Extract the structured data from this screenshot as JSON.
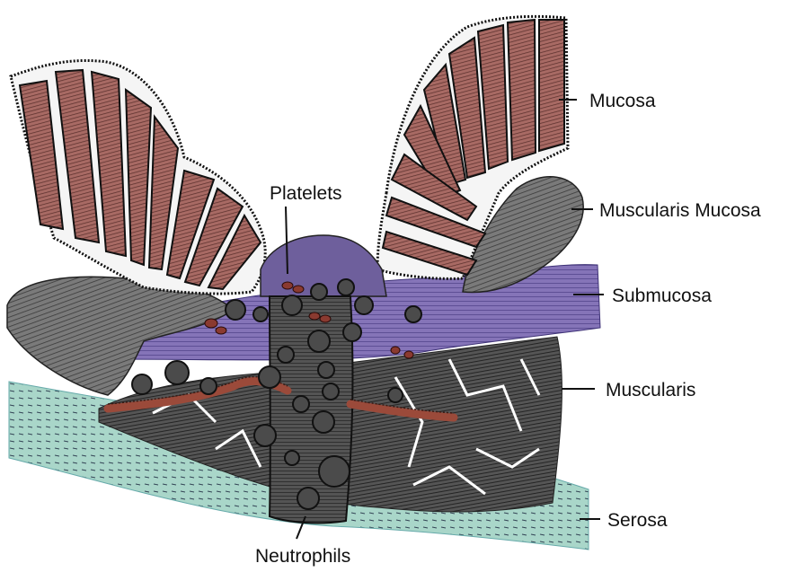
{
  "labels": {
    "platelets": "Platelets",
    "neutrophils": "Neutrophils",
    "mucosa": "Mucosa",
    "muscularis_mucosa": "Muscularis Mucosa",
    "submucosa": "Submucosa",
    "muscularis": "Muscularis",
    "serosa": "Serosa"
  },
  "colors": {
    "serosa": "#a8d4c8",
    "submucosa": "#7d69b0",
    "muscularis_mucosa": "#6e6e6e",
    "mucosa_villi": "#9a5f5a",
    "muscularis": "#4a4a4a",
    "neutrophil": "#333333",
    "vessel": "#9b4a3a",
    "platelet": "#8a3a30"
  }
}
